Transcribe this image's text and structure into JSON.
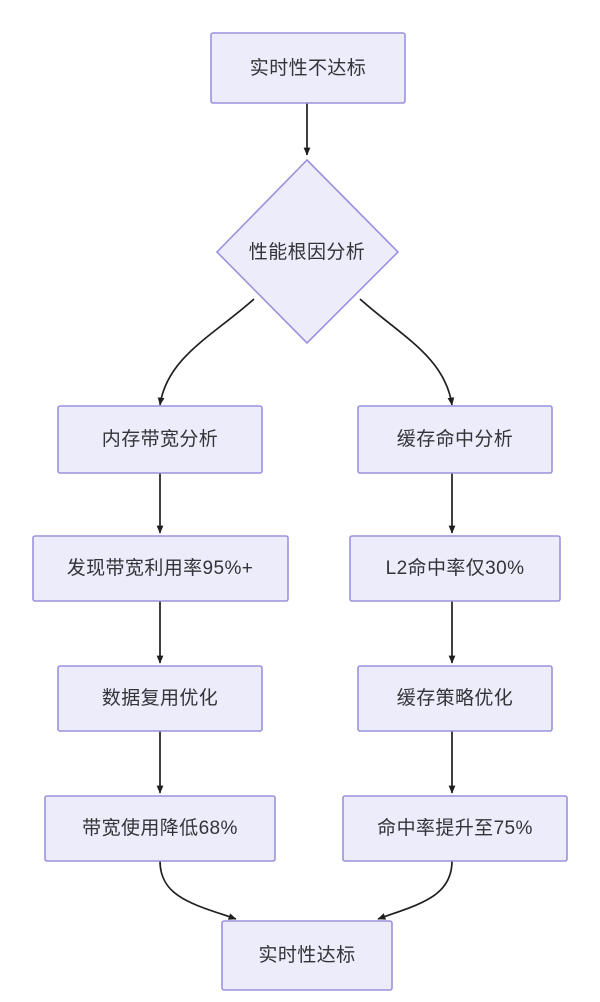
{
  "diagram": {
    "type": "flowchart",
    "title": "",
    "orientation": "top-to-bottom",
    "palette": {
      "node_fill": "#ececfa",
      "node_border": "#9a92de",
      "edge_color": "#1f1f1f",
      "text_color": "#333338",
      "background": "#ffffff"
    },
    "nodes": {
      "start": {
        "label": "实时性不达标",
        "shape": "rectangle"
      },
      "decision": {
        "label": "性能根因分析",
        "shape": "diamond"
      },
      "left_1": {
        "label": "内存带宽分析",
        "shape": "rectangle"
      },
      "left_2": {
        "label": "发现带宽利用率95%+",
        "shape": "rectangle"
      },
      "left_3": {
        "label": "数据复用优化",
        "shape": "rectangle"
      },
      "left_4": {
        "label": "带宽使用降低68%",
        "shape": "rectangle"
      },
      "right_1": {
        "label": "缓存命中分析",
        "shape": "rectangle"
      },
      "right_2": {
        "label": "L2命中率仅30%",
        "shape": "rectangle"
      },
      "right_3": {
        "label": "缓存策略优化",
        "shape": "rectangle"
      },
      "right_4": {
        "label": "命中率提升至75%",
        "shape": "rectangle"
      },
      "end": {
        "label": "实时性达标",
        "shape": "rectangle"
      }
    },
    "edges": [
      {
        "from": "start",
        "to": "decision",
        "label": ""
      },
      {
        "from": "decision",
        "to": "left_1",
        "label": ""
      },
      {
        "from": "decision",
        "to": "right_1",
        "label": ""
      },
      {
        "from": "left_1",
        "to": "left_2",
        "label": ""
      },
      {
        "from": "left_2",
        "to": "left_3",
        "label": ""
      },
      {
        "from": "left_3",
        "to": "left_4",
        "label": ""
      },
      {
        "from": "left_4",
        "to": "end",
        "label": ""
      },
      {
        "from": "right_1",
        "to": "right_2",
        "label": ""
      },
      {
        "from": "right_2",
        "to": "right_3",
        "label": ""
      },
      {
        "from": "right_3",
        "to": "right_4",
        "label": ""
      },
      {
        "from": "right_4",
        "to": "end",
        "label": ""
      }
    ]
  }
}
